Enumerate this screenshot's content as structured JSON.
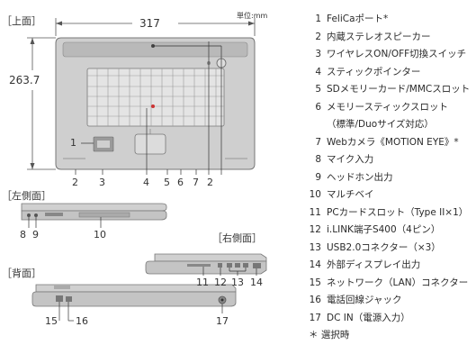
{
  "views": {
    "top": "［上面］",
    "left": "［左側面］",
    "right": "［右側面］",
    "back": "［背面］"
  },
  "dimensions": {
    "width": "317",
    "depth": "263.7",
    "unit": "単位:mm"
  },
  "callouts": {
    "top_bottom": [
      "2",
      "3",
      "4",
      "5",
      "6",
      "7",
      "2"
    ],
    "top_left": "1",
    "top_right": "7",
    "left_side": [
      "8",
      "9",
      "10"
    ],
    "right_side": [
      "11",
      "12",
      "13",
      "14"
    ],
    "back": [
      "15",
      "16",
      "17"
    ]
  },
  "legend": [
    {
      "num": "1",
      "text": "FeliCaポート*"
    },
    {
      "num": "2",
      "text": "内蔵ステレオスピーカー"
    },
    {
      "num": "3",
      "text": "ワイヤレスON/OFF切換スイッチ"
    },
    {
      "num": "4",
      "text": "スティックポインター"
    },
    {
      "num": "5",
      "text": "SDメモリーカード/MMCスロット"
    },
    {
      "num": "6",
      "text": "メモリースティックスロット"
    },
    {
      "num": "",
      "text": "（標準/Duoサイズ対応）"
    },
    {
      "num": "7",
      "text": "Webカメラ《MOTION EYE》*"
    },
    {
      "num": "8",
      "text": "マイク入力"
    },
    {
      "num": "9",
      "text": "ヘッドホン出力"
    },
    {
      "num": "10",
      "text": "マルチベイ"
    },
    {
      "num": "11",
      "text": "PCカードスロット（Type II×1）"
    },
    {
      "num": "12",
      "text": "i.LINK端子S400（4ピン）"
    },
    {
      "num": "13",
      "text": "USB2.0コネクター（×3）"
    },
    {
      "num": "14",
      "text": "外部ディスプレイ出力"
    },
    {
      "num": "15",
      "text": "ネットワーク（LAN）コネクター"
    },
    {
      "num": "16",
      "text": "電話回線ジャック"
    },
    {
      "num": "17",
      "text": "DC IN（電源入力）"
    }
  ],
  "footnote": "＊ 選択時"
}
